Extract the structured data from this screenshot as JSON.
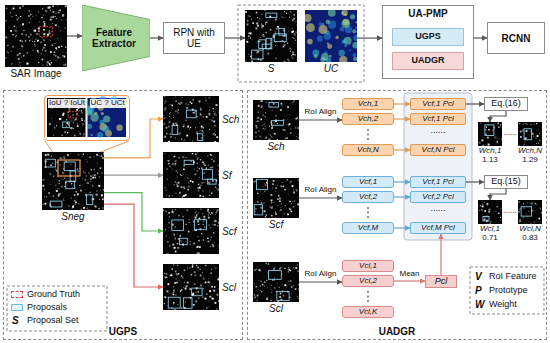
{
  "diagram": {
    "nodes": [
      {
        "text": [
          "SAR Image"
        ]
      },
      {
        "text": [
          "Feature Extractor"
        ]
      },
      {
        "text": [
          "RPN with UE"
        ]
      },
      {
        "text": [
          "S"
        ]
      },
      {
        "text": [
          "UC"
        ]
      },
      {
        "text": [
          "UA-PMP"
        ]
      },
      {
        "text": [
          "UGPS"
        ],
        "in": 5
      },
      {
        "text": [
          "UADGR"
        ],
        "in": 5
      },
      {
        "text": [
          "RCNN"
        ]
      },
      {
        "text": [
          "UGPS"
        ]
      },
      {
        "text": [
          "IoU ? IoUt",
          "UC ? UCt"
        ],
        "in": 9
      },
      {
        "text": [
          "Sneg"
        ],
        "in": 9
      },
      {
        "text": [
          "Sch"
        ],
        "in": 9
      },
      {
        "text": [
          "Sf"
        ],
        "in": 9
      },
      {
        "text": [
          "Scf"
        ],
        "in": 9
      },
      {
        "text": [
          "Scl"
        ],
        "in": 9
      },
      {
        "text": [
          "UADGR"
        ]
      },
      {
        "text": [
          "Sch"
        ],
        "in": 16
      },
      {
        "text": [
          "Vch,1"
        ],
        "in": 16
      },
      {
        "text": [
          "Vch,2"
        ],
        "in": 16
      },
      {
        "text": [
          "Vch,N"
        ],
        "in": 16
      },
      {
        "text": [
          "Vcf,1 Pcl"
        ],
        "in": 16
      },
      {
        "text": [
          "Vcf,1 Pcl"
        ],
        "in": 16
      },
      {
        "text": [
          "Vcf,N Pcl"
        ],
        "in": 16
      },
      {
        "text": [
          "Eq.(16)"
        ],
        "in": 16
      },
      {
        "text": [
          "Wch,1",
          "1.13"
        ],
        "in": 16
      },
      {
        "text": [
          "Wch,N",
          "1.29"
        ],
        "in": 16
      },
      {
        "text": [
          "Scf"
        ],
        "in": 16
      },
      {
        "text": [
          "Vcf,1"
        ],
        "in": 16
      },
      {
        "text": [
          "Vcf,2"
        ],
        "in": 16
      },
      {
        "text": [
          "Vcf,M"
        ],
        "in": 16
      },
      {
        "text": [
          "Vcf,1 Pcl"
        ],
        "in": 16
      },
      {
        "text": [
          "Vcf,2 Pcl"
        ],
        "in": 16
      },
      {
        "text": [
          "Vcf,M Pcl"
        ],
        "in": 16
      },
      {
        "text": [
          "Eq.(15)"
        ],
        "in": 16
      },
      {
        "text": [
          "Wcl,1",
          "0.71"
        ],
        "in": 16
      },
      {
        "text": [
          "Wcl,N",
          "0.83"
        ],
        "in": 16
      },
      {
        "text": [
          "Scl"
        ],
        "in": 16
      },
      {
        "text": [
          "Vcl,1"
        ],
        "in": 16
      },
      {
        "text": [
          "Vcl,2"
        ],
        "in": 16
      },
      {
        "text": [
          "Vcl,K"
        ],
        "in": 16
      },
      {
        "text": [
          "Pcl"
        ],
        "in": 16
      }
    ],
    "edges": [
      {
        "from": 0,
        "to": 1,
        "arrow": "to"
      },
      {
        "from": 1,
        "to": 2,
        "arrow": "to"
      },
      {
        "from": 2,
        "to": 3,
        "arrow": "to"
      },
      {
        "from": 4,
        "to": 5,
        "arrow": "to"
      },
      {
        "from": 5,
        "to": 8,
        "arrow": "to"
      },
      {
        "from": 11,
        "to": 12,
        "arrow": "to"
      },
      {
        "from": 11,
        "to": 13,
        "arrow": "to"
      },
      {
        "from": 11,
        "to": 14,
        "arrow": "to"
      },
      {
        "from": 11,
        "to": 15,
        "arrow": "to"
      },
      {
        "from": 17,
        "to": 19,
        "label": "RoI Align",
        "arrow": "to"
      },
      {
        "from": 27,
        "to": 29,
        "label": "RoI Align",
        "arrow": "to"
      },
      {
        "from": 37,
        "to": 39,
        "label": "RoI Align",
        "arrow": "to"
      },
      {
        "from": 18,
        "to": 21,
        "arrow": "to"
      },
      {
        "from": 19,
        "to": 22,
        "arrow": "to"
      },
      {
        "from": 20,
        "to": 23,
        "arrow": "to"
      },
      {
        "from": 28,
        "to": 31,
        "arrow": "to"
      },
      {
        "from": 29,
        "to": 32,
        "arrow": "to"
      },
      {
        "from": 30,
        "to": 33,
        "arrow": "to"
      },
      {
        "from": 39,
        "to": 41,
        "label": "Mean",
        "arrow": "to"
      },
      {
        "from": 41,
        "to": 33,
        "arrow": "to"
      },
      {
        "from": 21,
        "to": 24,
        "arrow": "to"
      },
      {
        "from": 31,
        "to": 34,
        "arrow": "to"
      },
      {
        "from": 24,
        "to": 25,
        "arrow": "to"
      },
      {
        "from": 34,
        "to": 35,
        "arrow": "to"
      }
    ],
    "labels": [
      "S",
      "......",
      "......",
      "......",
      "......",
      "V",
      "P",
      "W"
    ],
    "legend": [
      {
        "text": "Ground Truth"
      },
      {
        "text": "Proposals"
      },
      {
        "text": "Proposal Set"
      },
      {
        "text": "RoI Feature"
      },
      {
        "text": "Prototype"
      },
      {
        "text": "Weight"
      }
    ]
  }
}
